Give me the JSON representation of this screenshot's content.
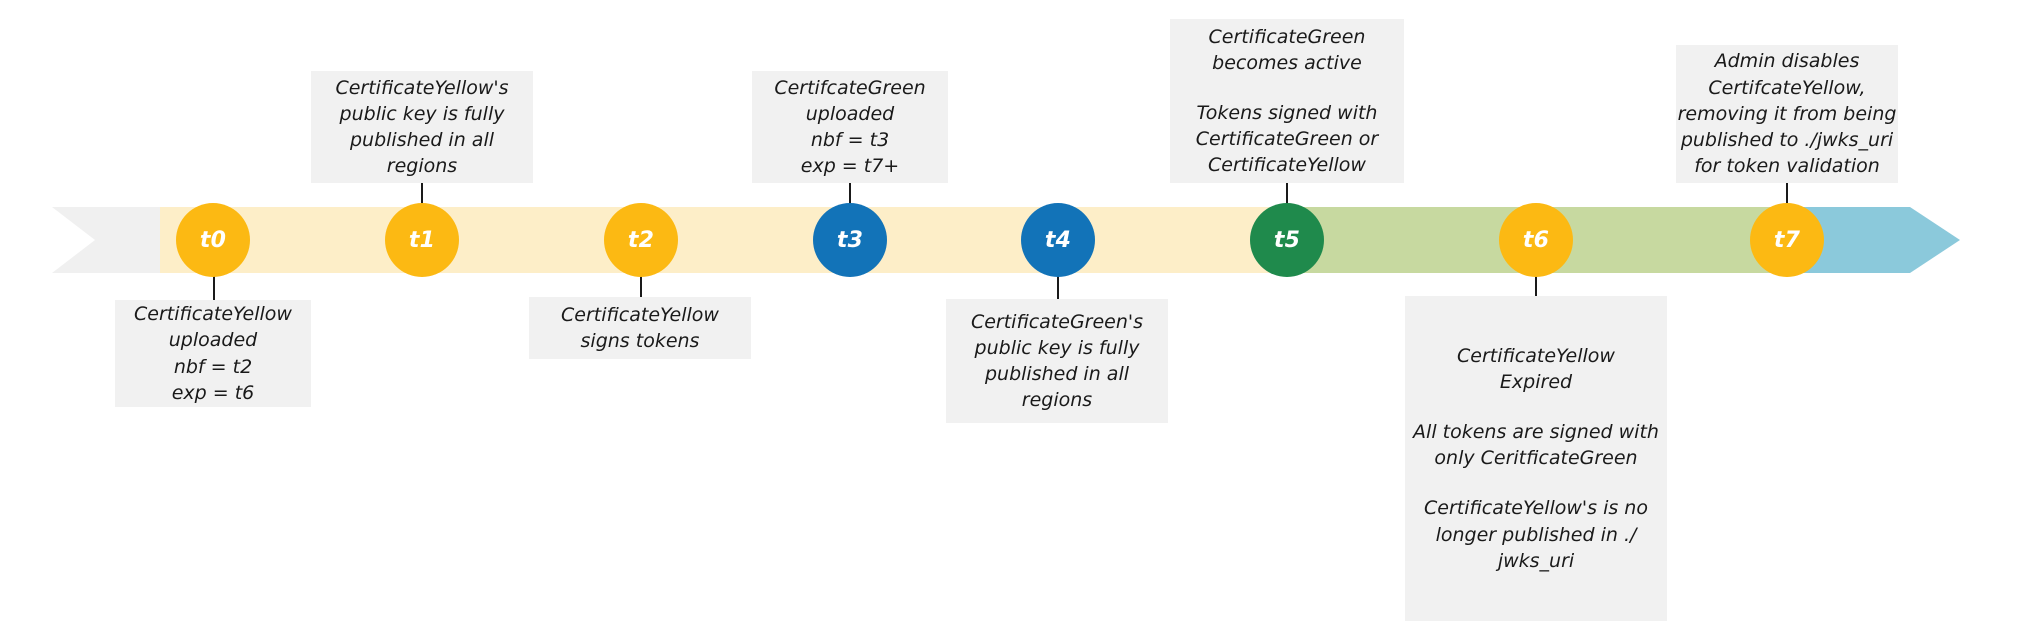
{
  "diagram": {
    "type": "certificate-rotation-timeline",
    "title": "",
    "band": {
      "segments": [
        {
          "name": "tail",
          "color": "#f0f0f0",
          "from": "start",
          "to": "t0"
        },
        {
          "name": "yellow-phase",
          "color": "#fdeec8",
          "from": "t0",
          "to": "t5"
        },
        {
          "name": "green-phase",
          "color": "#c7d9a0",
          "from": "t5",
          "to": "t7"
        },
        {
          "name": "blue-phase",
          "color": "#8bc9db",
          "from": "t7",
          "to": "end"
        }
      ]
    },
    "colors": {
      "yellow_node": "#fcb913",
      "blue_node": "#1273b8",
      "green_node": "#1f8a4c",
      "band_yellow": "#fdeec8",
      "band_green": "#c7d9a0",
      "band_blue": "#8bc9db",
      "band_tail": "#f0f0f0",
      "callout_bg": "#f1f1f1",
      "text": "#1a1a1a"
    },
    "milestones": [
      {
        "id": "t0",
        "label": "t0",
        "node_color": "#fcb913",
        "side": "below",
        "paragraphs": [
          "CertificateYellow\nuploaded\nnbf = t2\nexp = t6"
        ],
        "lines": [
          "CertificateYellow",
          "uploaded",
          "nbf = t2",
          "exp = t6"
        ]
      },
      {
        "id": "t1",
        "label": "t1",
        "node_color": "#fcb913",
        "side": "above",
        "lines": [
          "CertificateYellow's",
          "public key is fully",
          "published in all",
          "regions"
        ]
      },
      {
        "id": "t2",
        "label": "t2",
        "node_color": "#fcb913",
        "side": "below",
        "lines": [
          "CertificateYellow",
          "signs tokens"
        ]
      },
      {
        "id": "t3",
        "label": "t3",
        "node_color": "#1273b8",
        "side": "above",
        "lines": [
          "CertifcateGreen",
          "uploaded",
          "nbf = t3",
          "exp = t7+"
        ]
      },
      {
        "id": "t4",
        "label": "t4",
        "node_color": "#1273b8",
        "side": "below",
        "lines": [
          "CertificateGreen's",
          "public key is fully",
          "published in all",
          "regions"
        ]
      },
      {
        "id": "t5",
        "label": "t5",
        "node_color": "#1f8a4c",
        "side": "above",
        "groups": [
          [
            "CertificateGreen",
            "becomes active"
          ],
          [
            "Tokens signed with",
            "CertificateGreen or",
            "CertificateYellow"
          ]
        ]
      },
      {
        "id": "t6",
        "label": "t6",
        "node_color": "#fcb913",
        "side": "below",
        "groups": [
          [
            "CertificateYellow",
            "Expired"
          ],
          [
            "All tokens are signed with",
            "only CeritficateGreen"
          ],
          [
            "CertificateYellow's is no",
            "longer published in ./",
            "jwks_uri"
          ]
        ]
      },
      {
        "id": "t7",
        "label": "t7",
        "node_color": "#fcb913",
        "side": "above",
        "lines": [
          "Admin disables",
          "CertifcateYellow,",
          "removing it from being",
          "published to ./jwks_uri",
          "for token validation"
        ]
      }
    ]
  }
}
